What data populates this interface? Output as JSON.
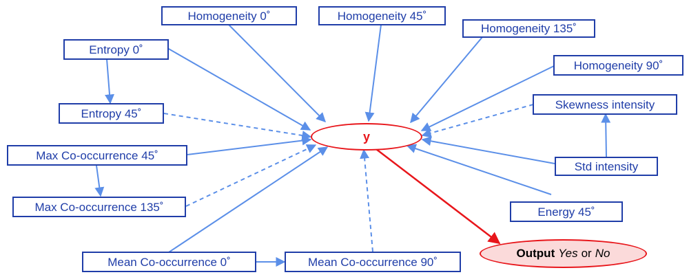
{
  "colors": {
    "node_border": "#1f3da8",
    "node_text": "#1f3da8",
    "arrow": "#5b8fe8",
    "center": "#e8161b",
    "output_fill": "#fbdada"
  },
  "center": {
    "label": "y"
  },
  "output": {
    "prefix": "Output",
    "yes": "Yes",
    "or": "or",
    "no": "No"
  },
  "nodes": {
    "homogeneity_0": "Homogeneity 0˚",
    "homogeneity_45": "Homogeneity 45˚",
    "homogeneity_135": "Homogeneity 135˚",
    "homogeneity_90": "Homogeneity 90˚",
    "entropy_0": "Entropy 0˚",
    "entropy_45": "Entropy 45˚",
    "skewness_intensity": "Skewness intensity",
    "max_cooccurrence_45": "Max Co-occurrence 45˚",
    "std_intensity": "Std intensity",
    "max_cooccurrence_135": "Max Co-occurrence 135˚",
    "energy_45": "Energy 45˚",
    "mean_cooccurrence_0": "Mean Co-occurrence 0˚",
    "mean_cooccurrence_90": "Mean Co-occurrence 90˚"
  },
  "edges": [
    {
      "from": "homogeneity_0",
      "to": "y",
      "style": "solid"
    },
    {
      "from": "homogeneity_45",
      "to": "y",
      "style": "solid"
    },
    {
      "from": "homogeneity_135",
      "to": "y",
      "style": "solid"
    },
    {
      "from": "homogeneity_90",
      "to": "y",
      "style": "solid"
    },
    {
      "from": "entropy_0",
      "to": "y",
      "style": "solid"
    },
    {
      "from": "entropy_0",
      "to": "entropy_45",
      "style": "solid"
    },
    {
      "from": "entropy_45",
      "to": "y",
      "style": "dashed"
    },
    {
      "from": "skewness_intensity",
      "to": "y",
      "style": "dashed"
    },
    {
      "from": "std_intensity",
      "to": "skewness_intensity",
      "style": "solid"
    },
    {
      "from": "std_intensity",
      "to": "y",
      "style": "solid"
    },
    {
      "from": "max_cooccurrence_45",
      "to": "y",
      "style": "solid"
    },
    {
      "from": "max_cooccurrence_45",
      "to": "max_cooccurrence_135",
      "style": "solid"
    },
    {
      "from": "max_cooccurrence_135",
      "to": "y",
      "style": "dashed"
    },
    {
      "from": "energy_45",
      "to": "y",
      "style": "solid"
    },
    {
      "from": "mean_cooccurrence_0",
      "to": "y",
      "style": "solid"
    },
    {
      "from": "mean_cooccurrence_0",
      "to": "mean_cooccurrence_90",
      "style": "solid"
    },
    {
      "from": "mean_cooccurrence_90",
      "to": "y",
      "style": "dashed"
    },
    {
      "from": "y",
      "to": "output",
      "style": "solid-red"
    }
  ]
}
